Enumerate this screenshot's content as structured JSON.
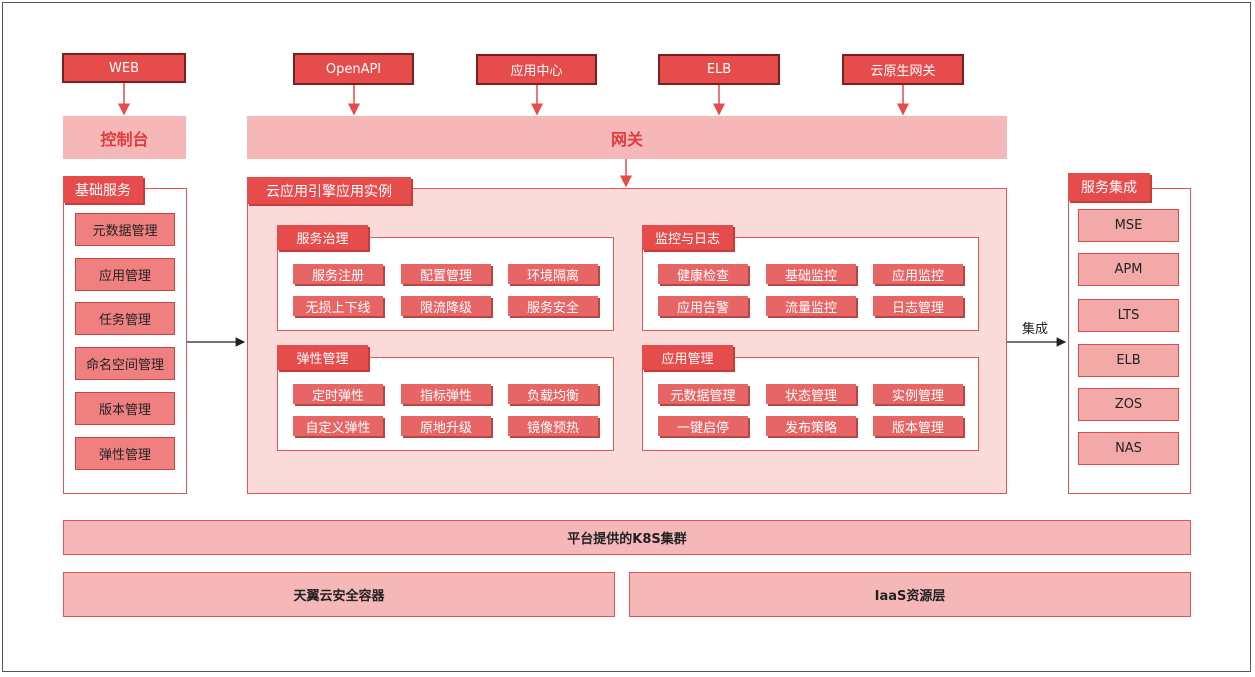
{
  "top": {
    "web": "WEB",
    "openapi": "OpenAPI",
    "app_center": "应用中心",
    "elb": "ELB",
    "cloud_gateway": "云原生网关"
  },
  "console": "控制台",
  "gateway": "网关",
  "basic_services": {
    "title": "基础服务",
    "items": [
      "元数据管理",
      "应用管理",
      "任务管理",
      "命名空间管理",
      "版本管理",
      "弹性管理"
    ]
  },
  "engine": {
    "title": "云应用引擎应用实例",
    "groups": [
      {
        "title": "服务治理",
        "items": [
          "服务注册",
          "配置管理",
          "环境隔离",
          "无损上下线",
          "限流降级",
          "服务安全"
        ]
      },
      {
        "title": "监控与日志",
        "items": [
          "健康检查",
          "基础监控",
          "应用监控",
          "应用告警",
          "流量监控",
          "日志管理"
        ]
      },
      {
        "title": "弹性管理",
        "items": [
          "定时弹性",
          "指标弹性",
          "负载均衡",
          "自定义弹性",
          "原地升级",
          "镜像预热"
        ]
      },
      {
        "title": "应用管理",
        "items": [
          "元数据管理",
          "状态管理",
          "实例管理",
          "一键启停",
          "发布策略",
          "版本管理"
        ]
      }
    ]
  },
  "integration_label": "集成",
  "service_integration": {
    "title": "服务集成",
    "items": [
      "MSE",
      "APM",
      "LTS",
      "ELB",
      "ZOS",
      "NAS"
    ]
  },
  "k8s": "平台提供的K8S集群",
  "container": "天翼云安全容器",
  "iaas": "IaaS资源层"
}
